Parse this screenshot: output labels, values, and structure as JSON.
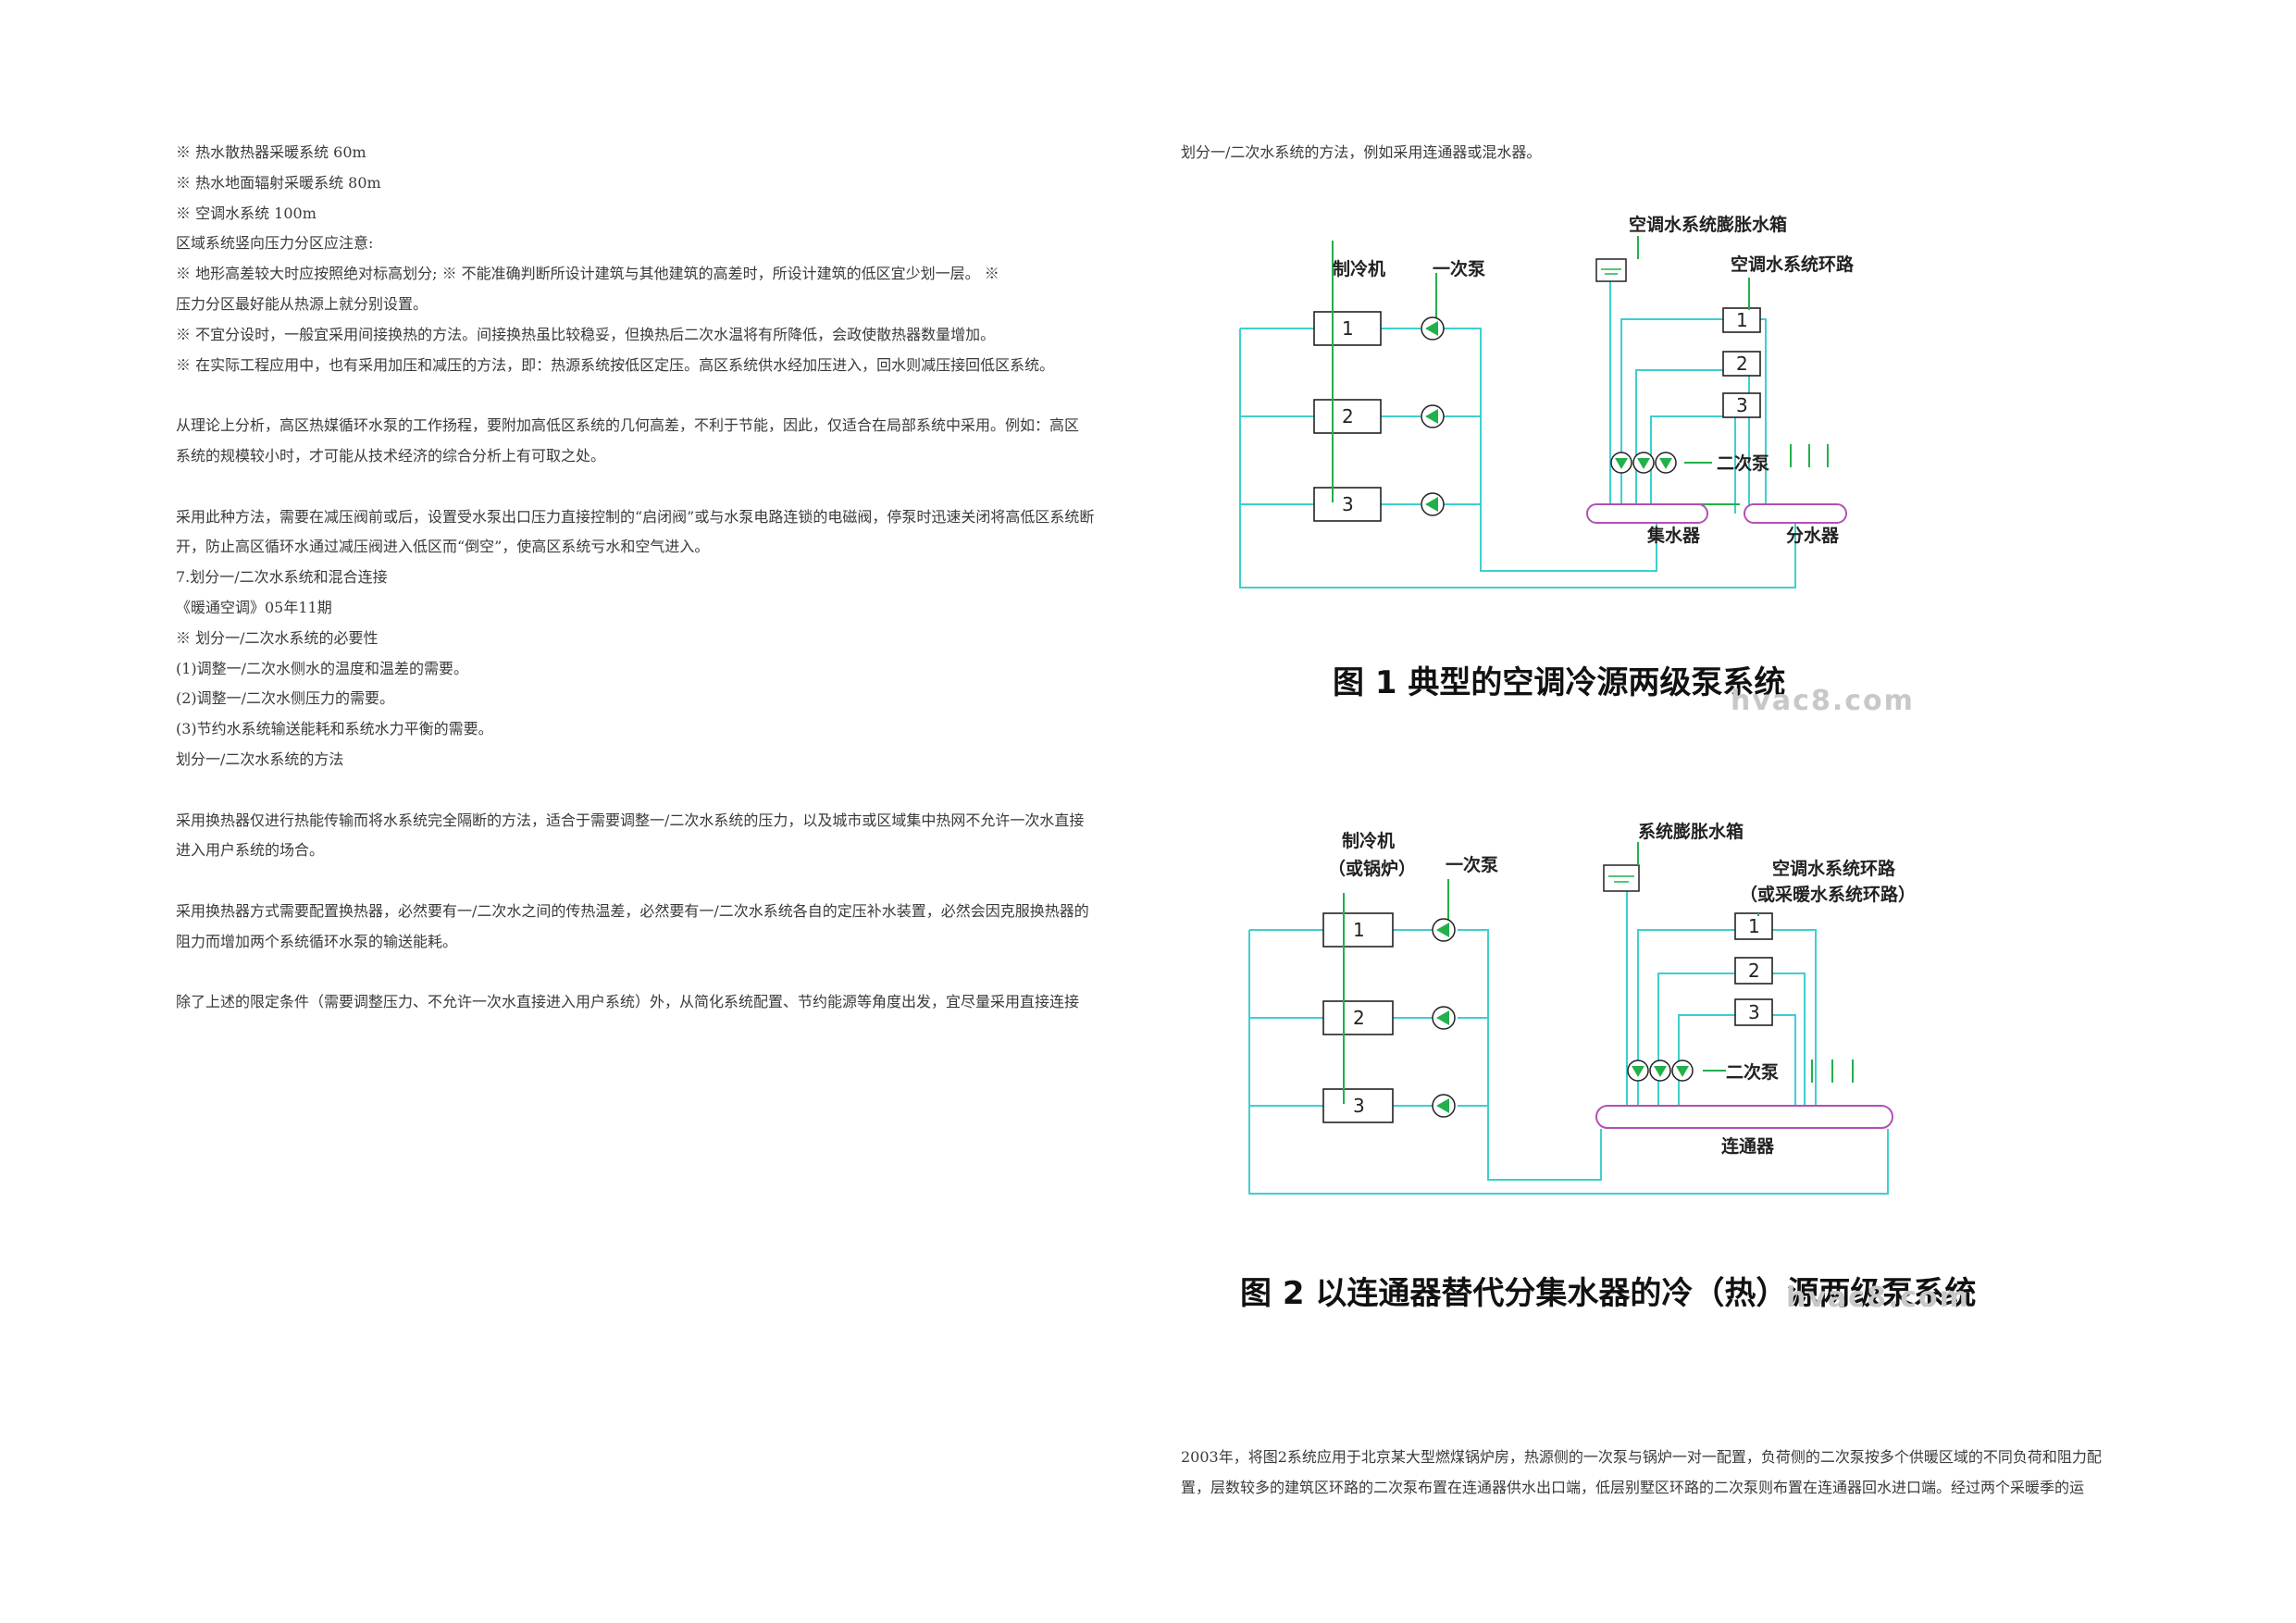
{
  "left": {
    "lines": [
      "※ 热水散热器采暖系统     60m",
      "※ 热水地面辐射采暖系统   80m",
      "※ 空调水系统            100m",
      "   区域系统竖向压力分区应注意:",
      "※ 地形高差较大时应按照绝对标高划分;  ※ 不能准确判断所设计建筑与其他建筑的高差时，所设计建筑的低区宜少划一层。 ※",
      "压力分区最好能从热源上就分别设置。",
      "※ 不宜分设时，一般宜采用间接换热的方法。间接换热虽比较稳妥，但换热后二次水温将有所降低，会政使散热器数量增加。",
      "※ 在实际工程应用中，也有采用加压和减压的方法，即：热源系统按低区定压。高区系统供水经加压进入，回水则减压接回低区系统。",
      "",
      "从理论上分析，高区热媒循环水泵的工作扬程，要附加高低区系统的几何高差，不利于节能，因此，仅适合在局部系统中采用。例如：高区",
      "系统的规模较小时，才可能从技术经济的综合分析上有可取之处。",
      "",
      "采用此种方法，需要在减压阀前或后，设置受水泵出口压力直接控制的“启闭阀”或与水泵电路连锁的电磁阀，停泵时迅速关闭将高低区系统断",
      "开，防止高区循环水通过减压阀进入低区而“倒空”，使高区系统亏水和空气进入。",
      "7.划分一/二次水系统和混合连接",
      "《暖通空调》05年11期",
      "※ 划分一/二次水系统的必要性",
      "(1)调整一/二次水侧水的温度和温差的需要。",
      "(2)调整一/二次水侧压力的需要。",
      "(3)节约水系统输送能耗和系统水力平衡的需要。",
      "划分一/二次水系统的方法",
      "",
      "采用换热器仅进行热能传输而将水系统完全隔断的方法，适合于需要调整一/二次水系统的压力，以及城市或区域集中热网不允许一次水直接",
      "进入用户系统的场合。",
      "",
      "采用换热器方式需要配置换热器，必然要有一/二次水之间的传热温差，必然要有一/二次水系统各自的定压补水装置，必然会因克服换热器的",
      "阻力而增加两个系统循环水泵的输送能耗。",
      "",
      "除了上述的限定条件（需要调整压力、不允许一次水直接进入用户系统）外，从简化系统配置、节约能源等角度出发，宜尽量采用直接连接"
    ]
  },
  "right": {
    "top_line": "划分一/二次水系统的方法，例如采用连通器或混水器。",
    "fig1": {
      "caption": "图 1  典型的空调冷源两级泵系统",
      "watermark": "hvac8.com",
      "labels": {
        "chiller": "制冷机",
        "primary_pump": "一次泵",
        "expansion_tank": "空调水系统膨胀水箱",
        "loop": "空调水系统环路",
        "secondary_pump": "二次泵",
        "collector": "集水器",
        "distributor": "分水器"
      },
      "numbers": [
        "1",
        "2",
        "3"
      ]
    },
    "fig2": {
      "caption": "图 2  以连通器替代分集水器的冷（热）源两级泵系统",
      "watermark": "hvac8.com",
      "labels": {
        "chiller": "制冷机",
        "chiller_sub": "（或锅炉）",
        "primary_pump": "一次泵",
        "expansion_tank": "系统膨胀水箱",
        "loop": "空调水系统环路",
        "loop_sub": "（或采暖水系统环路）",
        "secondary_pump": "二次泵",
        "connector": "连通器"
      },
      "numbers": [
        "1",
        "2",
        "3"
      ]
    },
    "bottom_lines": [
      "2003年，将图2系统应用于北京某大型燃煤锅炉房，热源侧的一次泵与锅炉一对一配置，负荷侧的二次泵按多个供暖区域的不同负荷和阻力配",
      "置，层数较多的建筑区环路的二次泵布置在连通器供水出口端，低层别墅区环路的二次泵则布置在连通器回水进口端。经过两个采暖季的运"
    ]
  },
  "colors": {
    "pipe": "#3ecfcf",
    "green": "#22b04b",
    "header": "#b44fb4",
    "text": "#3a3a3a"
  }
}
